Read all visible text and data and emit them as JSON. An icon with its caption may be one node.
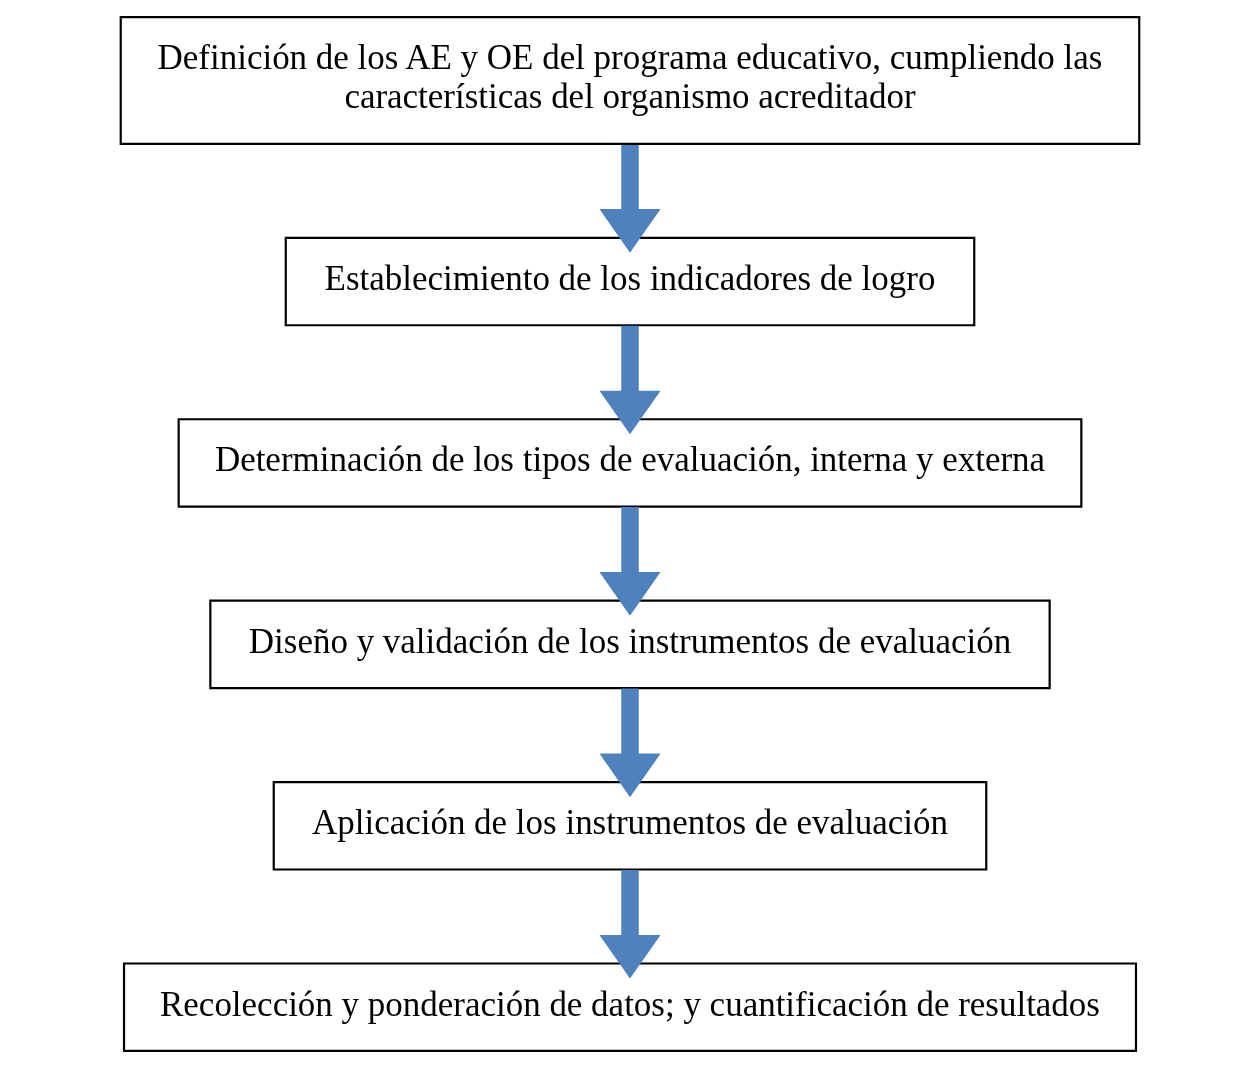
{
  "diagram": {
    "nodes": [
      {
        "text": [
          "Definición de los AE y OE del programa educativo, cumpliendo las características del organismo acreditador"
        ]
      },
      {
        "text": [
          "Establecimiento de los indicadores de logro"
        ]
      },
      {
        "text": [
          "Determinación de los tipos de evaluación, interna y externa"
        ]
      },
      {
        "text": [
          "Diseño y validación de los instrumentos de evaluación"
        ]
      },
      {
        "text": [
          "Aplicación de los instrumentos de evaluación"
        ]
      },
      {
        "text": [
          "Recolección y ponderación de datos; y cuantificación de resultados"
        ]
      }
    ],
    "edges": [
      {
        "from": 0,
        "to": 1,
        "arrow": "to"
      },
      {
        "from": 1,
        "to": 2,
        "arrow": "to"
      },
      {
        "from": 2,
        "to": 3,
        "arrow": "to"
      },
      {
        "from": 3,
        "to": 4,
        "arrow": "to"
      },
      {
        "from": 4,
        "to": 5,
        "arrow": "to"
      }
    ]
  }
}
